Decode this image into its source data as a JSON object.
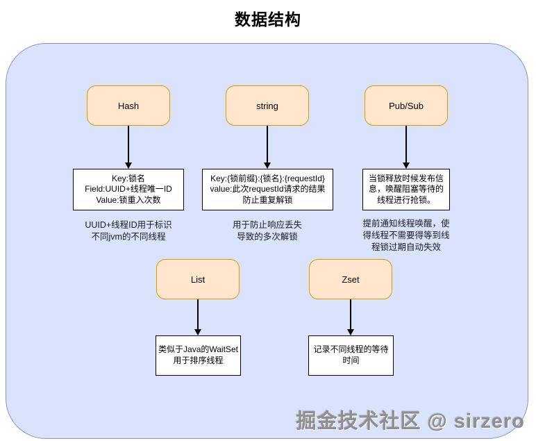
{
  "title": "数据结构",
  "watermark": "掘金技术社区 @ sirzero",
  "colors": {
    "canvas_bg": "#ffffff",
    "container_fill": "#dae3fb",
    "container_border": "#8394d2",
    "node_fill": "#ffe6cc",
    "node_border": "#d79b00",
    "detail_fill": "#ffffff",
    "detail_border": "#000000",
    "arrow": "#000000",
    "watermark_text": "#8f8f8f"
  },
  "nodes": [
    {
      "id": "hash",
      "label": "Hash",
      "detail_lines": [
        "Key:锁名",
        "Field:UUID+线程唯一ID",
        "Value:锁重入次数"
      ],
      "caption_lines": [
        "UUID+线程ID用于标识",
        "不同jvm的不同线程"
      ]
    },
    {
      "id": "string",
      "label": "string",
      "detail_lines": [
        "Key:{锁前缀}:{锁名}:{requestId}",
        "value:此次requestId请求的结果",
        "防止重复解锁"
      ],
      "caption_lines": [
        "用于防止响应丢失",
        "导致的多次解锁"
      ]
    },
    {
      "id": "pubsub",
      "label": "Pub/Sub",
      "detail_lines": [
        "当锁释放时候发布信",
        "息，唤醒阻塞等待的",
        "线程进行抢锁。"
      ],
      "caption_lines": [
        "提前通知线程唤醒，使",
        "得线程不需要得等到线",
        "程锁过期自动失效"
      ]
    },
    {
      "id": "list",
      "label": "List",
      "detail_lines": [
        "类似于Java的WaitSet",
        "用于排序线程"
      ],
      "caption_lines": []
    },
    {
      "id": "zset",
      "label": "Zset",
      "detail_lines": [
        "记录不同线程的等待",
        "时间"
      ],
      "caption_lines": []
    }
  ]
}
